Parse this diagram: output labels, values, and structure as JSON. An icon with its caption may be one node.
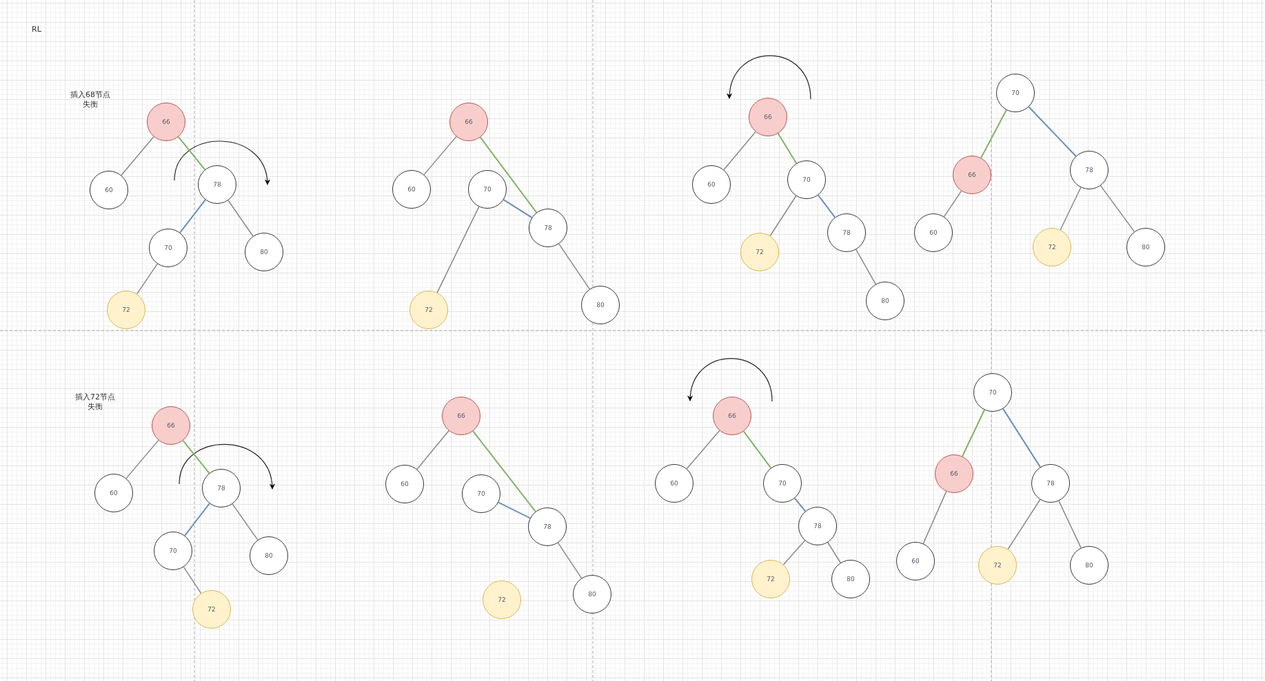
{
  "diagram": {
    "nodes": [
      {
        "text": [
          "66"
        ]
      },
      {
        "text": [
          "60"
        ]
      },
      {
        "text": [
          "78"
        ]
      },
      {
        "text": [
          "70"
        ]
      },
      {
        "text": [
          "80"
        ]
      },
      {
        "text": [
          "72"
        ]
      },
      {
        "text": [
          "66"
        ]
      },
      {
        "text": [
          "60"
        ]
      },
      {
        "text": [
          "70"
        ]
      },
      {
        "text": [
          "78"
        ]
      },
      {
        "text": [
          "72"
        ]
      },
      {
        "text": [
          "80"
        ]
      },
      {
        "text": [
          "66"
        ]
      },
      {
        "text": [
          "60"
        ]
      },
      {
        "text": [
          "70"
        ]
      },
      {
        "text": [
          "78"
        ]
      },
      {
        "text": [
          "72"
        ]
      },
      {
        "text": [
          "80"
        ]
      },
      {
        "text": [
          "70"
        ]
      },
      {
        "text": [
          "66"
        ]
      },
      {
        "text": [
          "78"
        ]
      },
      {
        "text": [
          "60"
        ]
      },
      {
        "text": [
          "72"
        ]
      },
      {
        "text": [
          "80"
        ]
      },
      {
        "text": [
          "66"
        ]
      },
      {
        "text": [
          "60"
        ]
      },
      {
        "text": [
          "78"
        ]
      },
      {
        "text": [
          "70"
        ]
      },
      {
        "text": [
          "80"
        ]
      },
      {
        "text": [
          "72"
        ]
      },
      {
        "text": [
          "66"
        ]
      },
      {
        "text": [
          "60"
        ]
      },
      {
        "text": [
          "70"
        ]
      },
      {
        "text": [
          "78"
        ]
      },
      {
        "text": [
          "72"
        ]
      },
      {
        "text": [
          "80"
        ]
      },
      {
        "text": [
          "66"
        ]
      },
      {
        "text": [
          "60"
        ]
      },
      {
        "text": [
          "70"
        ]
      },
      {
        "text": [
          "78"
        ]
      },
      {
        "text": [
          "72"
        ]
      },
      {
        "text": [
          "80"
        ]
      },
      {
        "text": [
          "70"
        ]
      },
      {
        "text": [
          "66"
        ]
      },
      {
        "text": [
          "78"
        ]
      },
      {
        "text": [
          "60"
        ]
      },
      {
        "text": [
          "72"
        ]
      },
      {
        "text": [
          "80"
        ]
      }
    ],
    "edges": [
      {
        "from": 0,
        "to": 1,
        "arrow": "none"
      },
      {
        "from": 0,
        "to": 2,
        "arrow": "none",
        "color": "#82b366"
      },
      {
        "from": 2,
        "to": 3,
        "arrow": "none",
        "color": "#6c8ebf"
      },
      {
        "from": 2,
        "to": 4,
        "arrow": "none"
      },
      {
        "from": 3,
        "to": 5,
        "arrow": "none"
      },
      {
        "from": 6,
        "to": 7,
        "arrow": "none"
      },
      {
        "from": 6,
        "to": 9,
        "arrow": "none",
        "color": "#82b366"
      },
      {
        "from": 8,
        "to": 9,
        "arrow": "none",
        "color": "#6c8ebf"
      },
      {
        "from": 8,
        "to": 10,
        "arrow": "none"
      },
      {
        "from": 9,
        "to": 11,
        "arrow": "none"
      },
      {
        "from": 12,
        "to": 13,
        "arrow": "none"
      },
      {
        "from": 12,
        "to": 14,
        "arrow": "none",
        "color": "#82b366"
      },
      {
        "from": 14,
        "to": 15,
        "arrow": "none",
        "color": "#6c8ebf"
      },
      {
        "from": 14,
        "to": 16,
        "arrow": "none"
      },
      {
        "from": 15,
        "to": 17,
        "arrow": "none"
      },
      {
        "from": 18,
        "to": 19,
        "arrow": "none",
        "color": "#82b366"
      },
      {
        "from": 18,
        "to": 20,
        "arrow": "none",
        "color": "#6c8ebf"
      },
      {
        "from": 19,
        "to": 21,
        "arrow": "none"
      },
      {
        "from": 20,
        "to": 22,
        "arrow": "none"
      },
      {
        "from": 20,
        "to": 23,
        "arrow": "none"
      },
      {
        "from": 24,
        "to": 25,
        "arrow": "none"
      },
      {
        "from": 24,
        "to": 26,
        "arrow": "none",
        "color": "#82b366"
      },
      {
        "from": 26,
        "to": 27,
        "arrow": "none",
        "color": "#6c8ebf"
      },
      {
        "from": 26,
        "to": 28,
        "arrow": "none"
      },
      {
        "from": 27,
        "to": 29,
        "arrow": "none"
      },
      {
        "from": 30,
        "to": 31,
        "arrow": "none"
      },
      {
        "from": 30,
        "to": 33,
        "arrow": "none",
        "color": "#82b366"
      },
      {
        "from": 32,
        "to": 33,
        "arrow": "none",
        "color": "#6c8ebf"
      },
      {
        "from": 33,
        "to": 35,
        "arrow": "none"
      },
      {
        "from": 36,
        "to": 37,
        "arrow": "none"
      },
      {
        "from": 36,
        "to": 38,
        "arrow": "none",
        "color": "#82b366"
      },
      {
        "from": 38,
        "to": 39,
        "arrow": "none",
        "color": "#6c8ebf"
      },
      {
        "from": 39,
        "to": 40,
        "arrow": "none"
      },
      {
        "from": 39,
        "to": 41,
        "arrow": "none"
      },
      {
        "from": 42,
        "to": 43,
        "arrow": "none",
        "color": "#82b366"
      },
      {
        "from": 42,
        "to": 44,
        "arrow": "none",
        "color": "#6c8ebf"
      },
      {
        "from": 43,
        "to": 45,
        "arrow": "none"
      },
      {
        "from": 44,
        "to": 46,
        "arrow": "none"
      },
      {
        "from": 44,
        "to": 47,
        "arrow": "none"
      }
    ],
    "labels": [
      "RL",
      "插入68节点失衡",
      "插入72节点失衡"
    ]
  }
}
